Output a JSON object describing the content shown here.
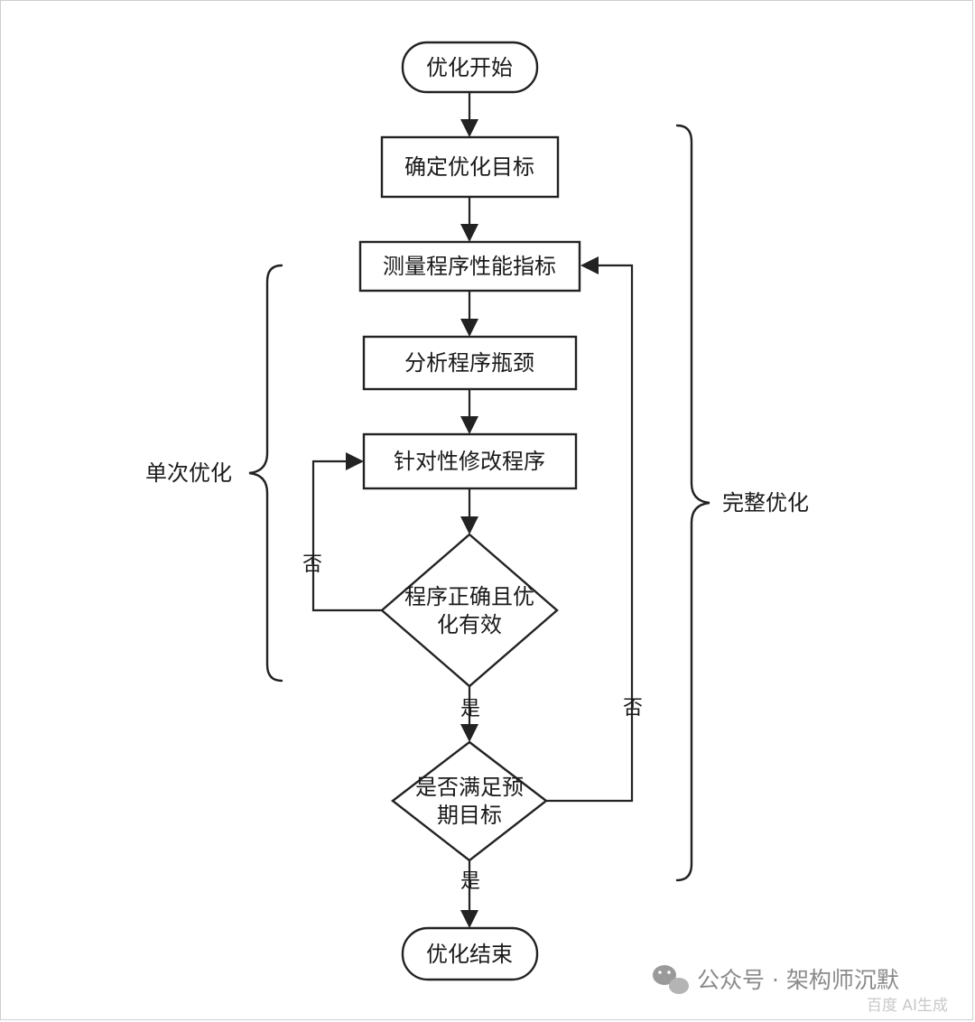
{
  "nodes": {
    "start": "优化开始",
    "define_goal": "确定优化目标",
    "measure": "测量程序性能指标",
    "analyze": "分析程序瓶颈",
    "modify": "针对性修改程序",
    "check_correct_line1": "程序正确且优",
    "check_correct_line2": "化有效",
    "check_goal_line1": "是否满足预",
    "check_goal_line2": "期目标",
    "end": "优化结束"
  },
  "edge_labels": {
    "no_inner": "否",
    "yes_inner": "是",
    "no_outer": "否",
    "yes_outer": "是"
  },
  "braces": {
    "single": "单次优化",
    "full": "完整优化"
  },
  "watermark": {
    "text": "公众号 · 架构师沉默",
    "sub": "百度 AI生成"
  },
  "colors": {
    "stroke": "#222222",
    "background": "#ffffff",
    "watermark": "#8a8a8a"
  }
}
